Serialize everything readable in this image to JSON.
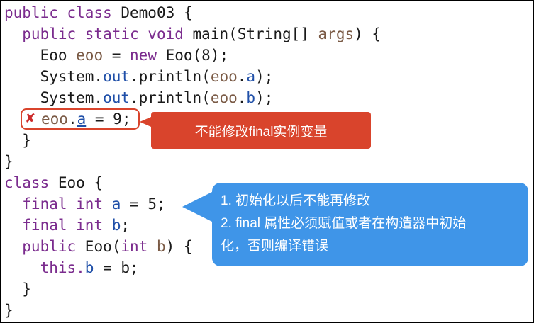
{
  "code_lines": [
    [
      "public ",
      "class ",
      "Demo03 {"
    ],
    [
      "  public ",
      "static ",
      "void ",
      "main(String[] ",
      "args",
      ") {"
    ],
    [
      "    Eoo ",
      "eoo",
      " = ",
      "new ",
      "Eoo(8);"
    ],
    [
      "    System.",
      "out",
      ".println(",
      "eoo",
      ".",
      "a",
      ");"
    ],
    [
      "    System.",
      "out",
      ".println(",
      "eoo",
      ".",
      "b",
      ");"
    ],
    [
      "eoo",
      ".",
      "a",
      " = 9;"
    ],
    [
      "  }"
    ],
    [
      "}"
    ],
    [
      "class ",
      "Eoo {"
    ],
    [
      "  final ",
      "int ",
      "a",
      " = 5;"
    ],
    [
      "  final ",
      "int ",
      "b",
      ";"
    ],
    [
      "  public ",
      "Eoo(",
      "int ",
      "b",
      ") {"
    ],
    [
      "    this.",
      "b",
      " = b;"
    ],
    [
      "  }"
    ],
    [
      "}"
    ]
  ],
  "error_callout": {
    "text": "不能修改final实例变量",
    "color": "#d9442c"
  },
  "info_callout": {
    "line1": "1. 初始化以后不能再修改",
    "line2": "2. final 属性必须赋值或者在构造器中初始",
    "line3": "化，否则编译错误",
    "color": "#3f95e8"
  }
}
